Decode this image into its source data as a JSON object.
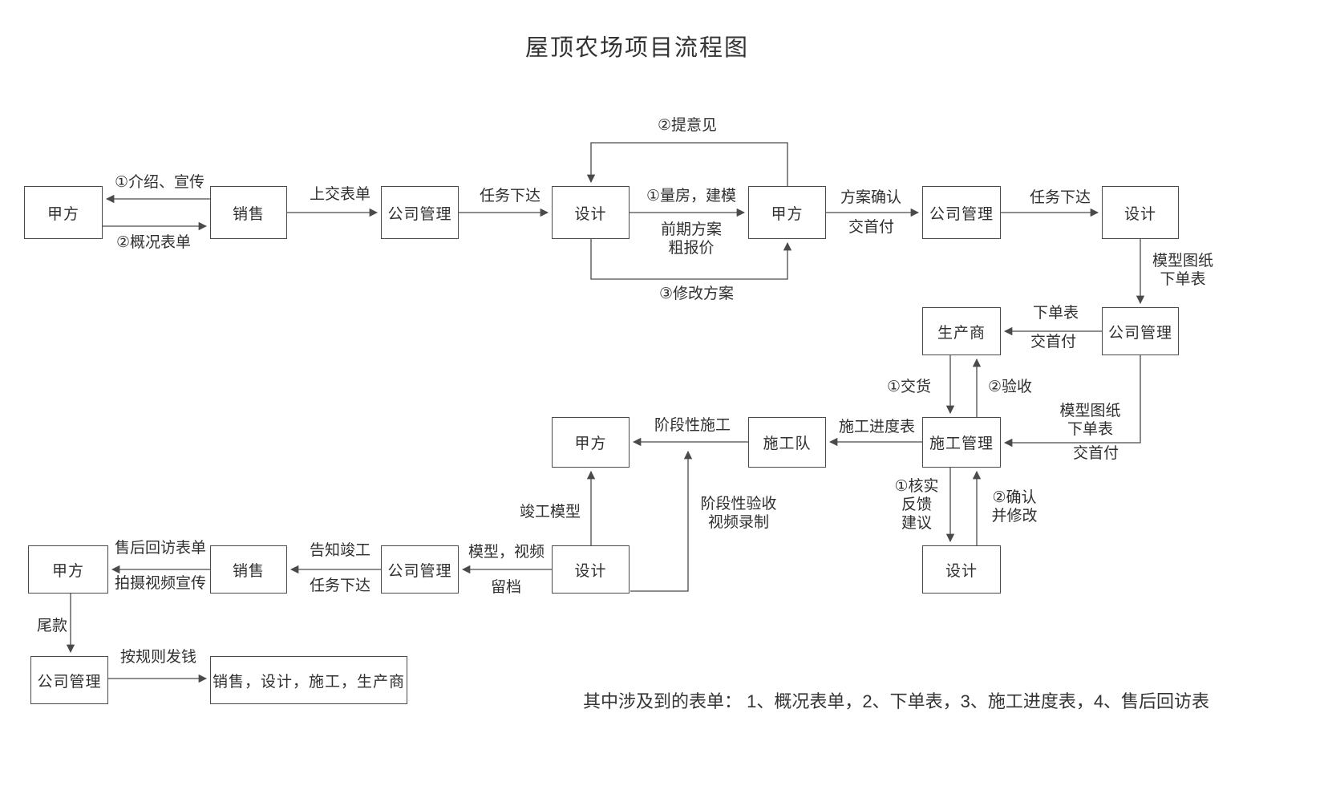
{
  "title": "屋顶农场项目流程图",
  "note": "其中涉及到的表单： 1、概况表单，2、下单表，3、施工进度表，4、售后回访表",
  "nodes": {
    "client1": "甲方",
    "sales1": "销售",
    "mgmt1": "公司管理",
    "design1": "设计",
    "client2": "甲方",
    "mgmt2": "公司管理",
    "design2": "设计",
    "mgmt3": "公司管理",
    "producer": "生产商",
    "constr_mgmt": "施工管理",
    "constr_team": "施工队",
    "client3": "甲方",
    "design3": "设计",
    "design4": "设计",
    "mgmt4": "公司管理",
    "sales2": "销售",
    "client4": "甲方",
    "mgmt5": "公司管理",
    "all_roles": "销售，设计，施工，生产商"
  },
  "labels": {
    "intro_promo": "①介绍、宣传",
    "overview_form": "②概况表单",
    "submit_form": "上交表单",
    "task_assign_1": "任务下达",
    "give_opinion": "②提意见",
    "measure_model": "①量房，建模",
    "early_plan": "前期方案\n粗报价",
    "modify_plan": "③修改方案",
    "plan_confirm": "方案确认",
    "first_payment_1": "交首付",
    "task_assign_2": "任务下达",
    "model_drawings_1": "模型图纸\n下单表",
    "order_form": "下单表",
    "first_payment_2": "交首付",
    "delivery": "①交货",
    "acceptance": "②验收",
    "model_drawings_2": "模型图纸\n下单表",
    "first_payment_3": "交首付",
    "progress_form": "施工进度表",
    "staged_construction": "阶段性施工",
    "verify_feedback": "①核实\n反馈\n建议",
    "confirm_modify": "②确认\n并修改",
    "completion_model": "竣工模型",
    "staged_acceptance": "阶段性验收\n视频录制",
    "model_video": "模型，视频",
    "archive": "留档",
    "notify_completion": "告知竣工",
    "task_assign_3": "任务下达",
    "aftersales_form": "售后回访表单",
    "video_promotion": "拍摄视频宣传",
    "final_payment": "尾款",
    "pay_by_rules": "按规则发钱"
  }
}
